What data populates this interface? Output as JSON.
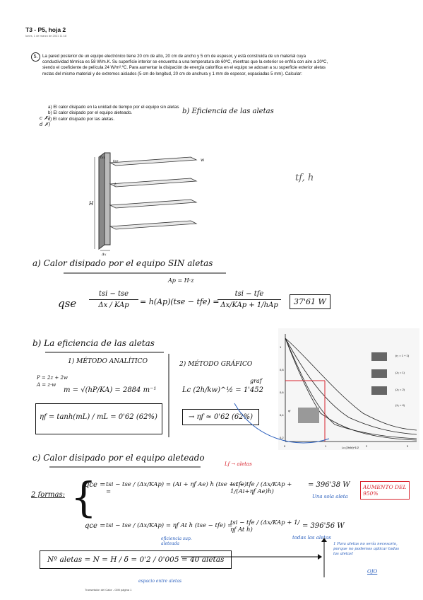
{
  "header": {
    "title": "T3 - P5, hoja 2",
    "date": "lunes, 1 de marzo de 2021     11:18"
  },
  "problem": {
    "number": "5.",
    "text": "La pared posterior de un equipo electrónico tiene 20 cm de alto, 20 cm de ancho y 5 cm de espesor, y está construida de un material cuya conductividad térmica es 58 W/m.K. Su superficie interior se encuentra a una temperatura de 60ºC, mientras que la exterior se enfría con aire a 20ºC, siendo el coeficiente de película 24 W/m².ºC. Para aumentar la disipación de energía calorífica en el equipo se adosan a su superficie exterior aletas rectas del mismo material y de extremos aislados (5 cm de longitud, 20 cm de anchura y 1 mm de espesor, espaciadas 5 mm). Calcular:",
    "questions": [
      "a)  El calor disipado en la unidad de tiempo por el equipo sin aletas",
      "b)  El calor disipado por el equipo aleteado.",
      "c)  El calor disipado por las aletas."
    ],
    "marks": [
      "c ✗)",
      "d ✗)"
    ],
    "extra": "b) Eficiencia de las aletas"
  },
  "diagram": {
    "labels": [
      "tsi",
      "tse",
      "H",
      "w",
      "Δx",
      "L",
      "tf, h"
    ]
  },
  "section_a": {
    "heading": "a)  Calor disipado por el equipo SIN aletas",
    "ap_note": "Ap = H·z",
    "lhs": "qse",
    "eq1": "tsi − tse",
    "eq1_den": "Δx / KAp",
    "eq2": "= h(Ap)(tse − tfe) =",
    "eq3_num": "tsi − tfe",
    "eq3_den": "Δx/KAp + 1/hAp",
    "result": "37'61 W"
  },
  "section_b": {
    "heading": "b)  La eficiencia de las aletas",
    "m1_title": "1)  MÉTODO ANALÍTICO",
    "p_def": "P = 2z + 2w",
    "a_def": "A = z·w",
    "m_eq": "m = √(hP/KA) = 2884 m⁻¹",
    "eta_eq": "ηf = tanh(mL) / mL = 0'62  (62%)",
    "m2_title": "2)  MÉTODO GRÁFICO",
    "lc_note": "Lc",
    "lc_eq": "Lc (2h/kw)^½ = 1'452",
    "graf_note": "graf",
    "eta2_eq": "→ ηf ≈ 0'62  (62%)"
  },
  "chart": {
    "xlabel": "Lc (2h/kt)^1/2",
    "ylabel": "ηf",
    "yticks": [
      "0,2",
      "0,4",
      "0,6",
      "0,8",
      "1"
    ],
    "xticks": [
      "0",
      "1",
      "2",
      "3"
    ],
    "labels": [
      "(r₂ = 1 + 1)",
      "(λ₂ = 1)",
      "(λ₂ = 2)",
      "(λ₂ = 4)"
    ]
  },
  "section_c": {
    "heading": "c)  Calor disipado por el equipo aleteado",
    "formas": "2 formas:",
    "nf_note": "Lf → aletas",
    "eq1_lhs": "qce =",
    "eq1_mid": "tsi − tse / (Δx/KAp) = (Ai + ηf Ae) h (tse − tfe) =",
    "eq1_right": "tsi − tfe / (Δx/KAp + 1/(Ai+ηf Ae)h)",
    "eq1_result": "= 396'38 W",
    "eq1_note": "Una sola aleta",
    "aumento": "AUMENTO DEL 950%",
    "eq2_lhs": "qce =",
    "eq2_mid": "tsi − tse / (Δx/KAp) = ηf At h (tse − tfe) =",
    "eq2_right": "tsi − tfe / (Δx/KAp + 1/ηf At h)",
    "eq2_result": "= 396'56 W",
    "eq2_note": "todas las aletas",
    "eff_note": "eficiencia sup. aleteada",
    "n_eq": "Nº aletas = N = H / δ = 0'2 / 0'005 = 40 aletas",
    "n_note": "espacio entre aletas",
    "side_note": "1 Para aletas no sería necesario, porque no podemos aplicar todas las aletas!",
    "side_note2": "OJO"
  },
  "footer": "Transmisión del Calor - GIM página 1"
}
